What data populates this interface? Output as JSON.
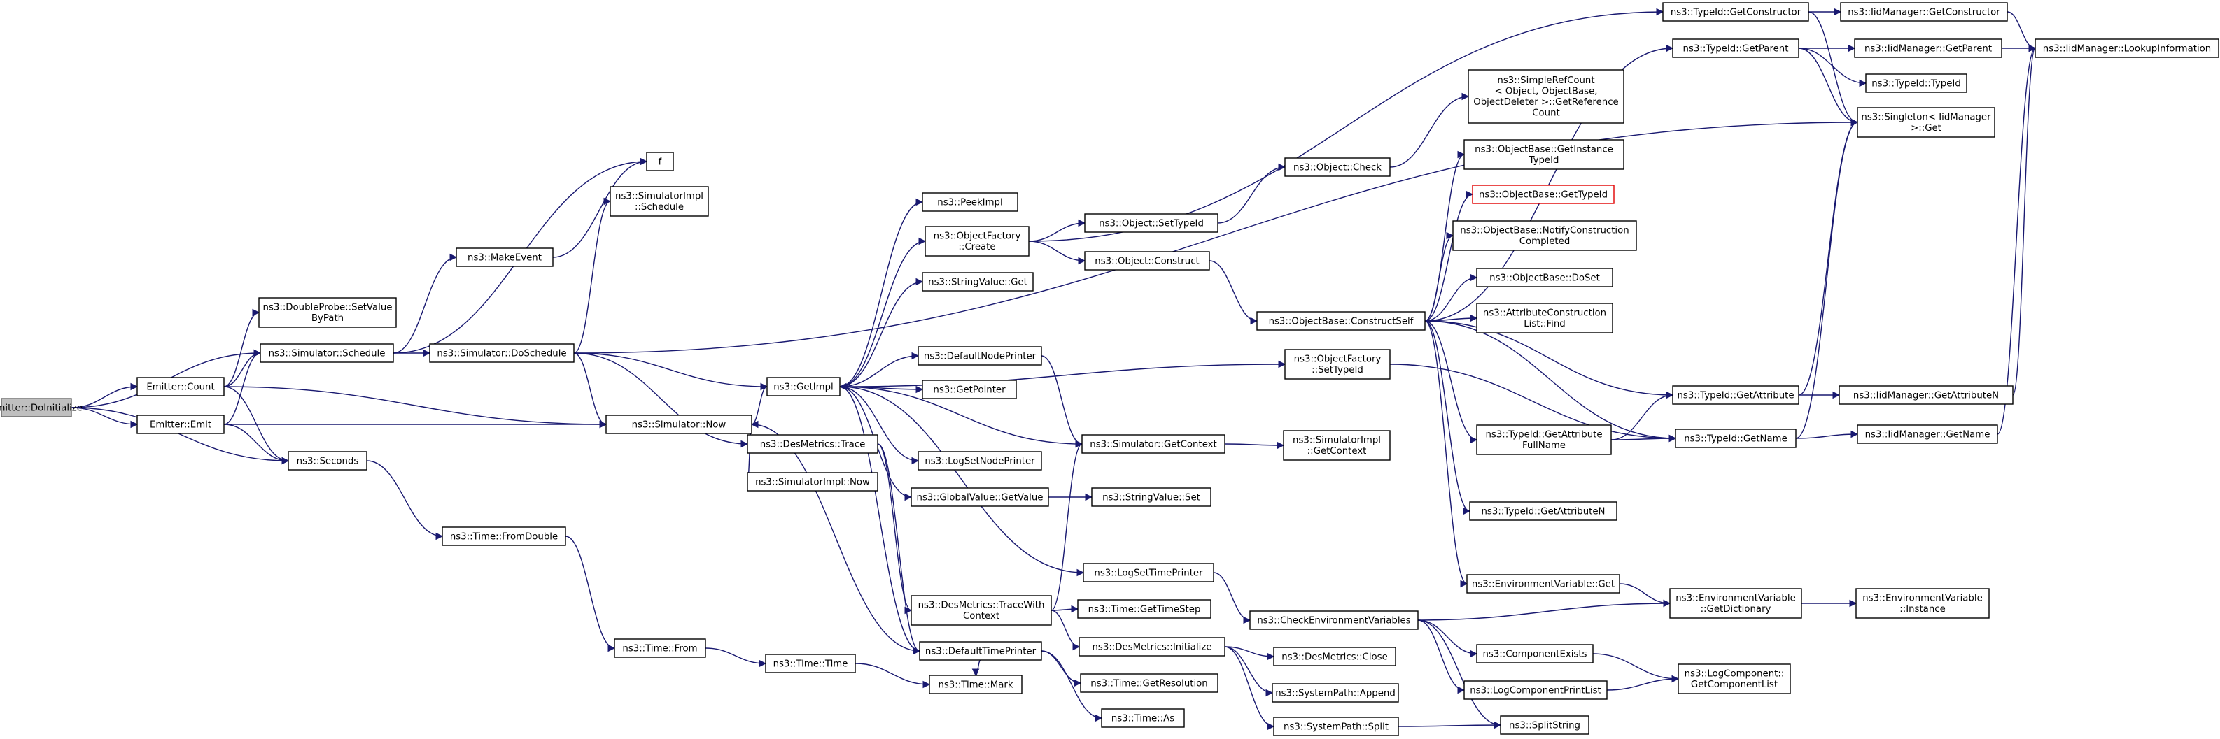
{
  "graph": {
    "colors": {
      "edge": "#191970",
      "root_fill": "#bfbfbf",
      "highlight_border": "#e00000"
    },
    "nodes": [
      {
        "id": "n0",
        "lines": [
          "Emitter::DoInitialize"
        ],
        "root": true
      },
      {
        "id": "n1",
        "lines": [
          "Emitter::Count"
        ]
      },
      {
        "id": "n2",
        "lines": [
          "Emitter::Emit"
        ]
      },
      {
        "id": "n3",
        "lines": [
          "ns3::Seconds"
        ]
      },
      {
        "id": "n4",
        "lines": [
          "ns3::Simulator::Schedule"
        ]
      },
      {
        "id": "n5",
        "lines": [
          "ns3::Simulator::Now"
        ]
      },
      {
        "id": "n6",
        "lines": [
          "ns3::DoubleProbe::SetValue",
          "ByPath"
        ]
      },
      {
        "id": "n7",
        "lines": [
          "ns3::MakeEvent"
        ]
      },
      {
        "id": "n8",
        "lines": [
          "f"
        ]
      },
      {
        "id": "n9",
        "lines": [
          "ns3::Simulator::DoSchedule"
        ]
      },
      {
        "id": "n10",
        "lines": [
          "ns3::SimulatorImpl",
          "::Schedule"
        ]
      },
      {
        "id": "n11",
        "lines": [
          "ns3::GetImpl"
        ]
      },
      {
        "id": "n12",
        "lines": [
          "ns3::DesMetrics::Trace"
        ]
      },
      {
        "id": "n13",
        "lines": [
          "ns3::SimulatorImpl::Now"
        ]
      },
      {
        "id": "n14",
        "lines": [
          "ns3::Time::FromDouble"
        ]
      },
      {
        "id": "n15",
        "lines": [
          "ns3::Time::From"
        ]
      },
      {
        "id": "n16",
        "lines": [
          "ns3::Time::Time"
        ]
      },
      {
        "id": "n17",
        "lines": [
          "ns3::Time::Mark"
        ]
      },
      {
        "id": "n18",
        "lines": [
          "ns3::PeekImpl"
        ]
      },
      {
        "id": "n19",
        "lines": [
          "ns3::ObjectFactory",
          "::Create"
        ]
      },
      {
        "id": "n20",
        "lines": [
          "ns3::StringValue::Get"
        ]
      },
      {
        "id": "n21",
        "lines": [
          "ns3::DefaultNodePrinter"
        ]
      },
      {
        "id": "n22",
        "lines": [
          "ns3::GetPointer"
        ]
      },
      {
        "id": "n23",
        "lines": [
          "ns3::LogSetNodePrinter"
        ]
      },
      {
        "id": "n24",
        "lines": [
          "ns3::GlobalValue::GetValue"
        ]
      },
      {
        "id": "n25",
        "lines": [
          "ns3::DesMetrics::TraceWith",
          "Context"
        ]
      },
      {
        "id": "n26",
        "lines": [
          "ns3::DefaultTimePrinter"
        ]
      },
      {
        "id": "n27",
        "lines": [
          "ns3::Object::SetTypeId"
        ]
      },
      {
        "id": "n28",
        "lines": [
          "ns3::Object::Construct"
        ]
      },
      {
        "id": "n29",
        "lines": [
          "ns3::Simulator::GetContext"
        ]
      },
      {
        "id": "n30",
        "lines": [
          "ns3::StringValue::Set"
        ]
      },
      {
        "id": "n31",
        "lines": [
          "ns3::LogSetTimePrinter"
        ]
      },
      {
        "id": "n32",
        "lines": [
          "ns3::Time::GetTimeStep"
        ]
      },
      {
        "id": "n33",
        "lines": [
          "ns3::DesMetrics::Initialize"
        ]
      },
      {
        "id": "n34",
        "lines": [
          "ns3::Time::GetResolution"
        ]
      },
      {
        "id": "n35",
        "lines": [
          "ns3::Time::As"
        ]
      },
      {
        "id": "n36",
        "lines": [
          "ns3::Object::Check"
        ]
      },
      {
        "id": "n37",
        "lines": [
          "ns3::ObjectFactory",
          "::SetTypeId"
        ]
      },
      {
        "id": "n38",
        "lines": [
          "ns3::ObjectBase::ConstructSelf"
        ]
      },
      {
        "id": "n39",
        "lines": [
          "ns3::SimulatorImpl",
          "::GetContext"
        ]
      },
      {
        "id": "n40",
        "lines": [
          "ns3::CheckEnvironmentVariables"
        ]
      },
      {
        "id": "n41",
        "lines": [
          "ns3::DesMetrics::Close"
        ]
      },
      {
        "id": "n42",
        "lines": [
          "ns3::SystemPath::Append"
        ]
      },
      {
        "id": "n43",
        "lines": [
          "ns3::SystemPath::Split"
        ]
      },
      {
        "id": "n44",
        "lines": [
          "ns3::SimpleRefCount",
          "< Object, ObjectBase,",
          "ObjectDeleter >::GetReference",
          "Count"
        ]
      },
      {
        "id": "n45",
        "lines": [
          "ns3::ObjectBase::GetInstance",
          "TypeId"
        ]
      },
      {
        "id": "n46",
        "lines": [
          "ns3::ObjectBase::GetTypeId"
        ],
        "red": true
      },
      {
        "id": "n47",
        "lines": [
          "ns3::ObjectBase::NotifyConstruction",
          "Completed"
        ]
      },
      {
        "id": "n48",
        "lines": [
          "ns3::ObjectBase::DoSet"
        ]
      },
      {
        "id": "n49",
        "lines": [
          "ns3::AttributeConstruction",
          "List::Find"
        ]
      },
      {
        "id": "n50",
        "lines": [
          "ns3::TypeId::GetAttribute",
          "FullName"
        ]
      },
      {
        "id": "n51",
        "lines": [
          "ns3::TypeId::GetAttributeN"
        ]
      },
      {
        "id": "n52",
        "lines": [
          "ns3::EnvironmentVariable::Get"
        ]
      },
      {
        "id": "n53",
        "lines": [
          "ns3::ComponentExists"
        ]
      },
      {
        "id": "n54",
        "lines": [
          "ns3::LogComponentPrintList"
        ]
      },
      {
        "id": "n55",
        "lines": [
          "ns3::SplitString"
        ]
      },
      {
        "id": "n56",
        "lines": [
          "ns3::TypeId::GetConstructor"
        ]
      },
      {
        "id": "n57",
        "lines": [
          "ns3::TypeId::GetParent"
        ]
      },
      {
        "id": "n58",
        "lines": [
          "ns3::TypeId::GetAttribute"
        ]
      },
      {
        "id": "n59",
        "lines": [
          "ns3::TypeId::GetName"
        ]
      },
      {
        "id": "n60",
        "lines": [
          "ns3::EnvironmentVariable",
          "::GetDictionary"
        ]
      },
      {
        "id": "n61",
        "lines": [
          "ns3::LogComponent::",
          "GetComponentList"
        ]
      },
      {
        "id": "n62",
        "lines": [
          "ns3::IidManager::GetConstructor"
        ]
      },
      {
        "id": "n63",
        "lines": [
          "ns3::IidManager::GetParent"
        ]
      },
      {
        "id": "n64",
        "lines": [
          "ns3::TypeId::TypeId"
        ]
      },
      {
        "id": "n65",
        "lines": [
          "ns3::Singleton< IidManager",
          ">::Get"
        ]
      },
      {
        "id": "n66",
        "lines": [
          "ns3::IidManager::GetAttributeN"
        ]
      },
      {
        "id": "n67",
        "lines": [
          "ns3::IidManager::GetName"
        ]
      },
      {
        "id": "n68",
        "lines": [
          "ns3::EnvironmentVariable",
          "::Instance"
        ]
      },
      {
        "id": "n69",
        "lines": [
          "ns3::IidManager::LookupInformation"
        ]
      }
    ],
    "edges": [
      [
        "n0",
        "n1"
      ],
      [
        "n0",
        "n2"
      ],
      [
        "n0",
        "n3"
      ],
      [
        "n0",
        "n4"
      ],
      [
        "n1",
        "n3"
      ],
      [
        "n1",
        "n4"
      ],
      [
        "n1",
        "n5"
      ],
      [
        "n1",
        "n6"
      ],
      [
        "n2",
        "n3"
      ],
      [
        "n2",
        "n4"
      ],
      [
        "n2",
        "n5"
      ],
      [
        "n3",
        "n14"
      ],
      [
        "n4",
        "n7"
      ],
      [
        "n4",
        "n8"
      ],
      [
        "n4",
        "n9"
      ],
      [
        "n7",
        "n8"
      ],
      [
        "n9",
        "n10"
      ],
      [
        "n9",
        "n11"
      ],
      [
        "n9",
        "n5"
      ],
      [
        "n9",
        "n12"
      ],
      [
        "n9",
        "n65"
      ],
      [
        "n5",
        "n11"
      ],
      [
        "n5",
        "n13"
      ],
      [
        "n14",
        "n15"
      ],
      [
        "n15",
        "n16"
      ],
      [
        "n16",
        "n17"
      ],
      [
        "n11",
        "n18"
      ],
      [
        "n11",
        "n19"
      ],
      [
        "n11",
        "n20"
      ],
      [
        "n11",
        "n21"
      ],
      [
        "n11",
        "n22"
      ],
      [
        "n11",
        "n23"
      ],
      [
        "n11",
        "n24"
      ],
      [
        "n11",
        "n26"
      ],
      [
        "n11",
        "n31"
      ],
      [
        "n11",
        "n37"
      ],
      [
        "n12",
        "n25"
      ],
      [
        "n12",
        "n26"
      ],
      [
        "n19",
        "n27"
      ],
      [
        "n19",
        "n28"
      ],
      [
        "n19",
        "n56"
      ],
      [
        "n21",
        "n29"
      ],
      [
        "n24",
        "n30"
      ],
      [
        "n25",
        "n29"
      ],
      [
        "n25",
        "n32"
      ],
      [
        "n25",
        "n33"
      ],
      [
        "n26",
        "n5"
      ],
      [
        "n26",
        "n34"
      ],
      [
        "n26",
        "n35"
      ],
      [
        "n26",
        "n17"
      ],
      [
        "n29",
        "n11"
      ],
      [
        "n29",
        "n39"
      ],
      [
        "n27",
        "n36"
      ],
      [
        "n28",
        "n38"
      ],
      [
        "n36",
        "n44"
      ],
      [
        "n31",
        "n40"
      ],
      [
        "n33",
        "n41"
      ],
      [
        "n33",
        "n42"
      ],
      [
        "n33",
        "n43"
      ],
      [
        "n37",
        "n59"
      ],
      [
        "n38",
        "n45"
      ],
      [
        "n38",
        "n46"
      ],
      [
        "n38",
        "n47"
      ],
      [
        "n38",
        "n48"
      ],
      [
        "n38",
        "n49"
      ],
      [
        "n38",
        "n50"
      ],
      [
        "n38",
        "n51"
      ],
      [
        "n38",
        "n52"
      ],
      [
        "n38",
        "n57"
      ],
      [
        "n38",
        "n58"
      ],
      [
        "n38",
        "n59"
      ],
      [
        "n40",
        "n60"
      ],
      [
        "n40",
        "n53"
      ],
      [
        "n40",
        "n54"
      ],
      [
        "n40",
        "n55"
      ],
      [
        "n43",
        "n55"
      ],
      [
        "n50",
        "n58"
      ],
      [
        "n50",
        "n59"
      ],
      [
        "n52",
        "n60"
      ],
      [
        "n53",
        "n61"
      ],
      [
        "n54",
        "n61"
      ],
      [
        "n56",
        "n62"
      ],
      [
        "n56",
        "n65"
      ],
      [
        "n57",
        "n63"
      ],
      [
        "n57",
        "n64"
      ],
      [
        "n57",
        "n65"
      ],
      [
        "n58",
        "n66"
      ],
      [
        "n58",
        "n65"
      ],
      [
        "n59",
        "n67"
      ],
      [
        "n59",
        "n65"
      ],
      [
        "n60",
        "n68"
      ],
      [
        "n62",
        "n69"
      ],
      [
        "n63",
        "n69"
      ],
      [
        "n66",
        "n69"
      ],
      [
        "n67",
        "n69"
      ]
    ]
  }
}
